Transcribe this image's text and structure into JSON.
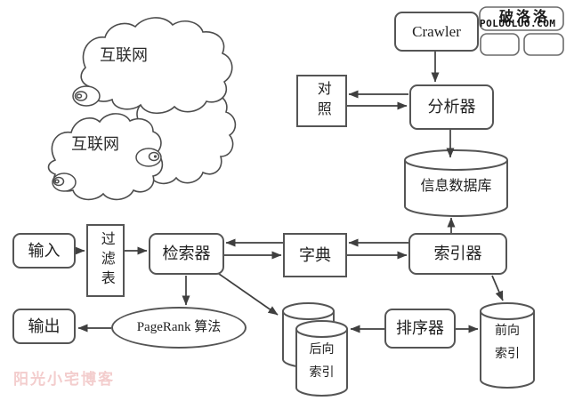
{
  "watermarks": {
    "site_logo_line1": "破洛洛",
    "site_logo_line2": "POLUOLUO.COM",
    "blog_watermark": "阳光小宅博客"
  },
  "clouds": [
    {
      "label": "互联网"
    },
    {
      "label": "互联网"
    }
  ],
  "nodes": {
    "crawler": "Crawler",
    "compare": "对照",
    "analyzer": "分析器",
    "info_db": "信息数据库",
    "input": "输入",
    "filter_table": "过滤表",
    "retriever": "检索器",
    "dictionary": "字典",
    "indexer": "索引器",
    "output": "输出",
    "pagerank": "PageRank 算法",
    "sorter": "排序器",
    "backward_index": "后向索引",
    "forward_index": "前向索引"
  },
  "colors": {
    "stroke": "#4d4d4d",
    "text": "#1f1f1f",
    "watermark_pink": "#f3cdcd",
    "background": "#ffffff"
  }
}
